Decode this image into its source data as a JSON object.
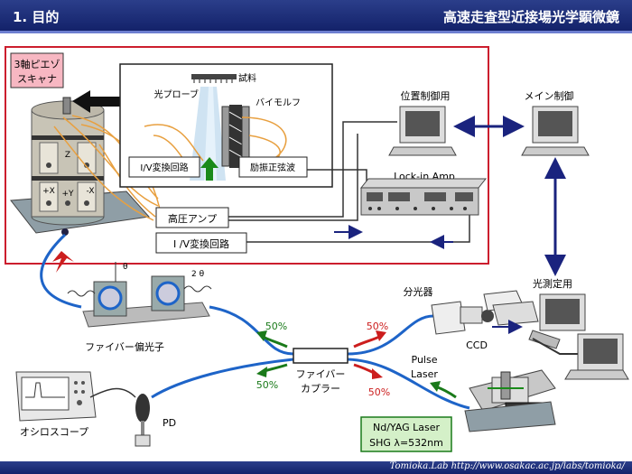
{
  "header": {
    "section": "1. 目的",
    "title": "高速走査型近接場光学顕微鏡"
  },
  "footer": {
    "url": "Tomioka.Lab  http://www.osakac.ac.jp/labs/tomioka/"
  },
  "labels": {
    "scanner": [
      "3軸ピエゾ",
      "スキャナ"
    ],
    "probe": "光プローブ",
    "sample": "試料",
    "bimorph": "バイモルフ",
    "iv_box": "I/V変換回路",
    "exc_box": "励振正弦波",
    "hv_amp": "高圧アンプ",
    "iv_conv": "I /V変換回路",
    "pos_ctrl": "位置制御用",
    "main_ctrl": "メイン制御",
    "lockin": "Lock-in Amp",
    "spectro": "分光器",
    "optical": "光測定用",
    "ccd": "CCD",
    "fiber_pol": "ファイバー偏光子",
    "coupler": [
      "ファイバー",
      "カプラー"
    ],
    "pulse": [
      "Pulse",
      "Laser"
    ],
    "laser": [
      "Nd/YAG Laser",
      "SHG  λ=532nm"
    ],
    "osc": "オシロスコープ",
    "pd": "PD",
    "theta": "θ",
    "theta2": "2 θ",
    "pct_tl": "50%",
    "pct_tr": "50%",
    "pct_bl": "50%",
    "pct_br": "50%",
    "axis_z": "Z",
    "axis_px": "+X",
    "axis_py": "+Y",
    "axis_mx": "-X"
  },
  "colors": {
    "frame": "#cc1e2e",
    "arrow_blue": "#1a237e",
    "fiber": "#1e64c8",
    "wire_orange": "#e8a040",
    "green": "#1a7a1a",
    "red": "#cc1e1e"
  }
}
